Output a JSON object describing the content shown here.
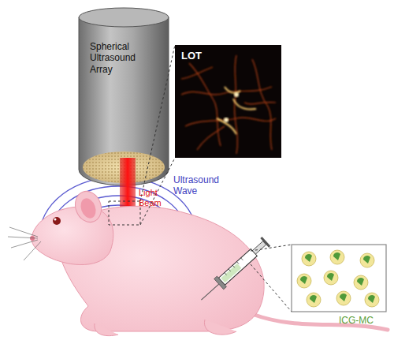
{
  "diagram": {
    "nodes": [
      {
        "text": [
          "Spherical Ultrasound Array"
        ]
      },
      {
        "text": [
          "LOT"
        ]
      }
    ],
    "labels": [
      "Light Beam",
      "Ultrasound Wave",
      "ICG-MC"
    ]
  }
}
